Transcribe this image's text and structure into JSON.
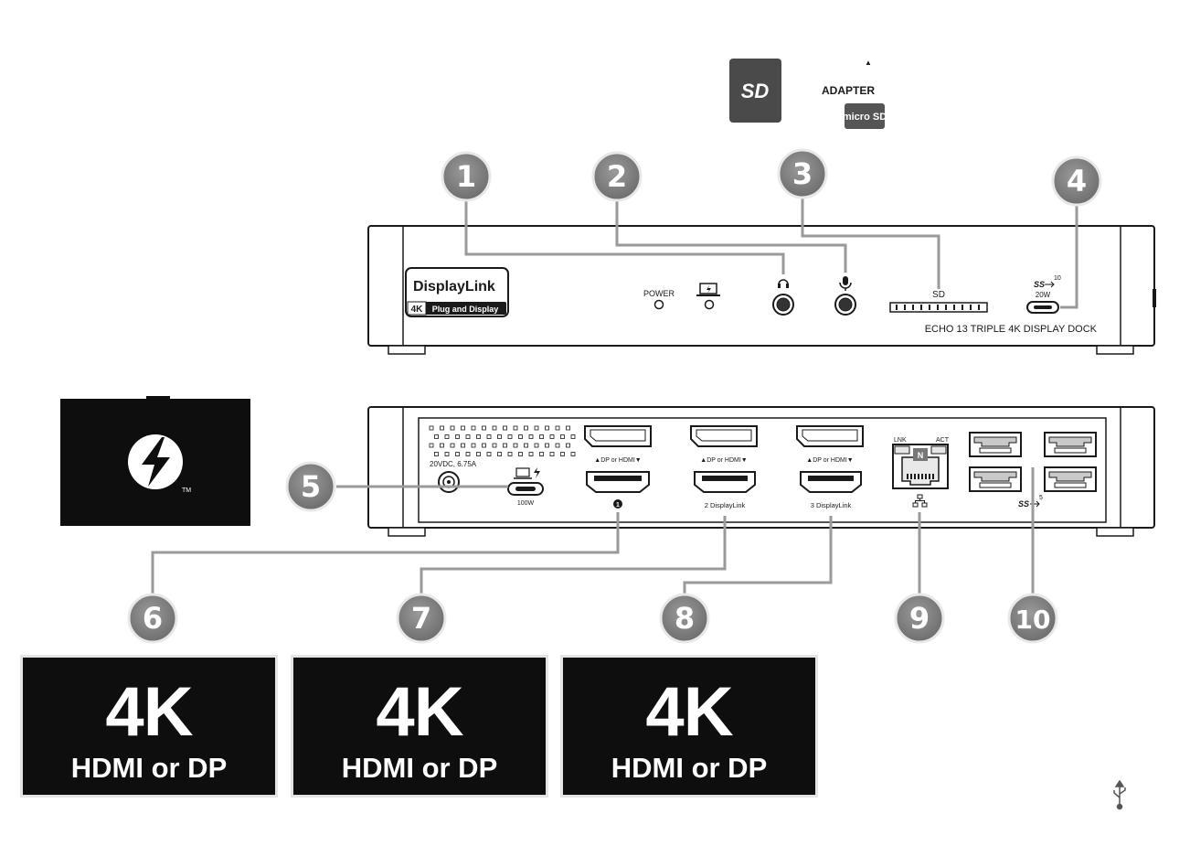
{
  "media": {
    "sd_card_logo": "SD",
    "adapter_label": "ADAPTER",
    "micro_sd_logo": "micro SD"
  },
  "front_panel": {
    "brand": "DisplayLink",
    "brand_badge_4k": "4K",
    "brand_badge_text": "Plug and Display",
    "power_label": "POWER",
    "sd_label": "SD",
    "usb_c_speed": "10",
    "usb_c_power": "20W",
    "model_name": "ECHO 13 TRIPLE 4K DISPLAY DOCK"
  },
  "back_panel": {
    "dc_input": "20VDC, 6.75A",
    "tb_power": "100W",
    "dp_or_hdmi": "▲DP or HDMI▼",
    "port1_label": "1",
    "port2_label": "2 DisplayLink",
    "port3_label": "3 DisplayLink",
    "lnk_label": "LNK",
    "act_label": "ACT",
    "usb_speed": "5"
  },
  "callouts": [
    "1",
    "2",
    "3",
    "4",
    "5",
    "6",
    "7",
    "8",
    "9",
    "10"
  ],
  "outputs": [
    {
      "big": "4K",
      "small": "HDMI or DP"
    },
    {
      "big": "4K",
      "small": "HDMI or DP"
    },
    {
      "big": "4K",
      "small": "HDMI or DP"
    }
  ],
  "icons": [
    "sd-card-icon",
    "micro-sd-icon",
    "thunderbolt-icon",
    "headphone-icon",
    "microphone-icon",
    "laptop-icon",
    "ethernet-icon",
    "usb-icon"
  ]
}
